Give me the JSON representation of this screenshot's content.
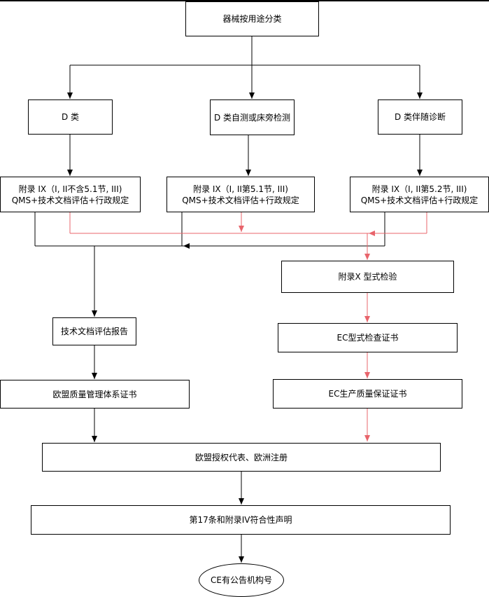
{
  "diagram": {
    "top_bar": true,
    "colors": {
      "black": "#000000",
      "red": "#e8646b"
    },
    "nodes": {
      "root": "器械按用途分类",
      "d_class": "D 类",
      "d_self_test": "D 类自测或床旁检测",
      "d_companion": "D 类伴随诊断",
      "annex_a_1": "附录  IX（I, II不含5.1节, III)",
      "annex_a_2": "QMS+技术文档评估+行政规定",
      "annex_b_1": "附录  IX（I, II第5.1节, III)",
      "annex_b_2": "QMS+技术文档评估+行政规定",
      "annex_c_1": "附录  IX（I, II第5.2节, III)",
      "annex_c_2": "QMS+技术文档评估+行政规定",
      "annex_x": "附录X 型式检验",
      "ec_type": "EC型式检查证书",
      "tech_report": "技术文档评估报告",
      "eu_qms": "欧盟质量管理体系证书",
      "ec_production": "EC生产质量保证证书",
      "eu_rep": "欧盟授权代表、欧洲注册",
      "declaration": "第17条和附录IV符合性声明",
      "ce_nb": "CE有公告机构号"
    }
  }
}
